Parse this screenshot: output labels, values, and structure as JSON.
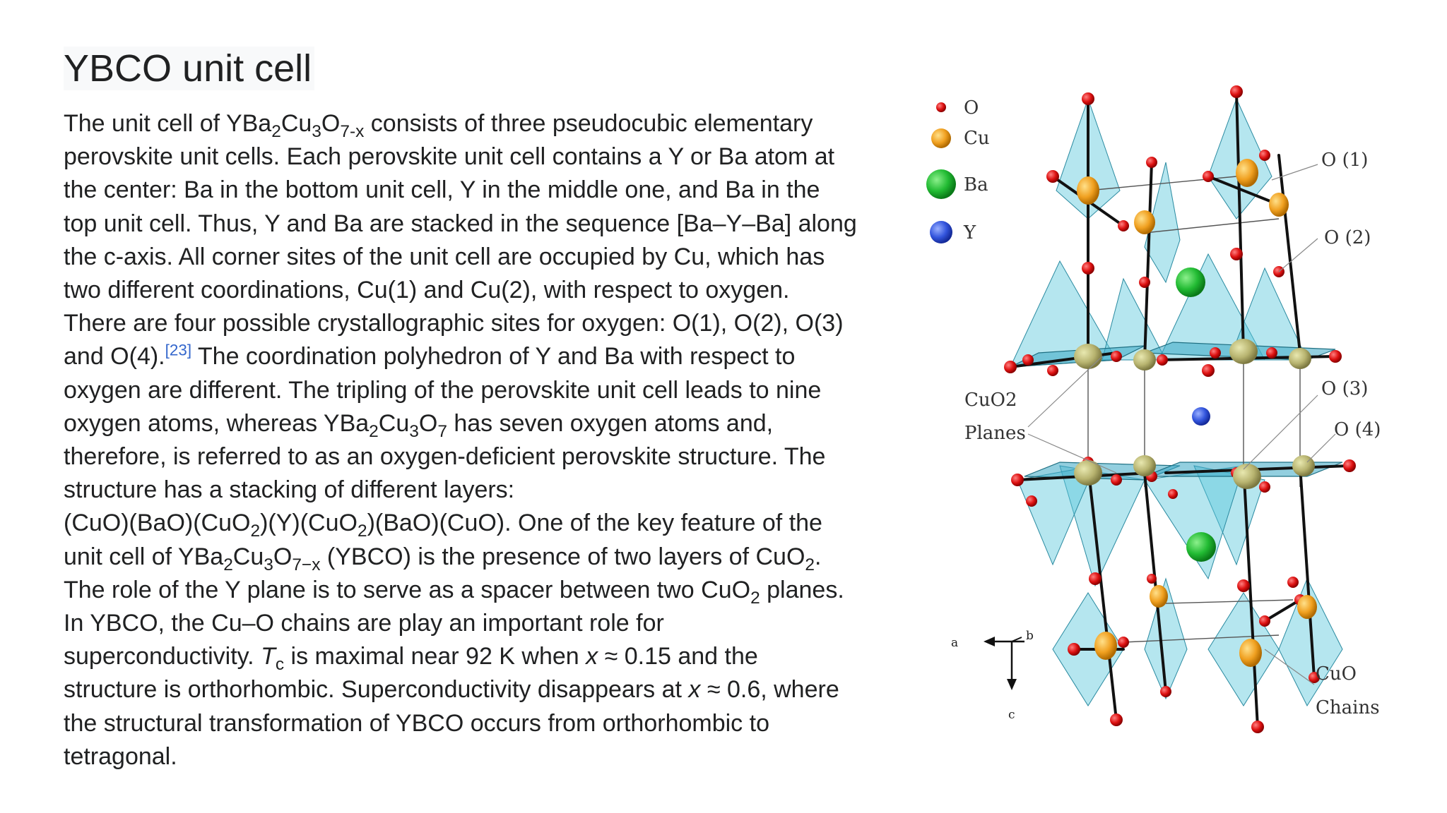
{
  "article": {
    "title": "YBCO unit cell",
    "text": {
      "l1": {
        "a": "The unit cell of YBa",
        "s1": "2",
        "b": "Cu",
        "s2": "3",
        "c": "O",
        "s3": "7-x",
        "d": " consists of three pseudocubic elementary"
      },
      "l2": "perovskite unit cells. Each perovskite unit cell contains a Y or Ba atom at",
      "l3": "the center: Ba in the bottom unit cell, Y in the middle one, and Ba in the",
      "l4": "top unit cell. Thus, Y and Ba are stacked in the sequence [Ba–Y–Ba] along",
      "l5": "the c-axis. All corner sites of the unit cell are occupied by Cu, which has",
      "l6": "two different coordinations, Cu(1) and Cu(2), with respect to oxygen.",
      "l7": "There are four possible crystallographic sites for oxygen: O(1), O(2), O(3)",
      "l8": {
        "a": "and O(4).",
        "cite": "[23]",
        "b": " The coordination polyhedron of Y and Ba with respect to"
      },
      "l9": "oxygen are different. The tripling of the perovskite unit cell leads to nine",
      "l10": {
        "a": "oxygen atoms, whereas YBa",
        "s1": "2",
        "b": "Cu",
        "s2": "3",
        "c": "O",
        "s3": "7",
        "d": " has seven oxygen atoms and,"
      },
      "l11": "therefore, is referred to as an oxygen-deficient perovskite structure. The",
      "l12": "structure has a stacking of different layers:",
      "l13": {
        "a": "(CuO)(BaO)(CuO",
        "s1": "2",
        "b": ")(Y)(CuO",
        "s2": "2",
        "c": ")(BaO)(CuO). One of the key feature of the"
      },
      "l14": {
        "a": "unit cell of YBa",
        "s1": "2",
        "b": "Cu",
        "s2": "3",
        "c": "O",
        "s3": "7−x",
        "d": " (YBCO) is the presence of two layers of CuO",
        "s4": "2",
        "e": "."
      },
      "l15": {
        "a": "The role of the Y plane is to serve as a spacer between two CuO",
        "s1": "2",
        "b": " planes."
      },
      "l16": "In YBCO, the Cu–O chains are  play an important role for",
      "l17": {
        "a": "superconductivity. ",
        "t": "T",
        "s1": "c",
        "b": " is maximal near 92 K when ",
        "x": "x",
        "c": " ≈ 0.15 and the"
      },
      "l18": {
        "a": "structure is orthorhombic. Superconductivity disappears at ",
        "x": "x",
        "b": " ≈ 0.6, where"
      },
      "l19": "the structural transformation of YBCO occurs from orthorhombic to",
      "l20": "tetragonal."
    }
  },
  "figure": {
    "legend": {
      "o": "O",
      "cu": "Cu",
      "ba": "Ba",
      "y": "Y"
    },
    "annotations": {
      "o1": "O (1)",
      "o2": "O (2)",
      "o3": "O (3)",
      "o4": "O (4)",
      "cuo2_line1": "CuO2",
      "cuo2_line2": "Planes",
      "cuo_line1": "CuO",
      "cuo_line2": "Chains"
    },
    "axes": {
      "a": "a",
      "b": "b",
      "c": "c"
    },
    "colors": {
      "oxygen": "#dd1111",
      "copper": "#f0a020",
      "barium": "#22bb33",
      "yttrium": "#3355dd",
      "polyhedra": "#5cc8dc",
      "bond": "#111111"
    }
  }
}
